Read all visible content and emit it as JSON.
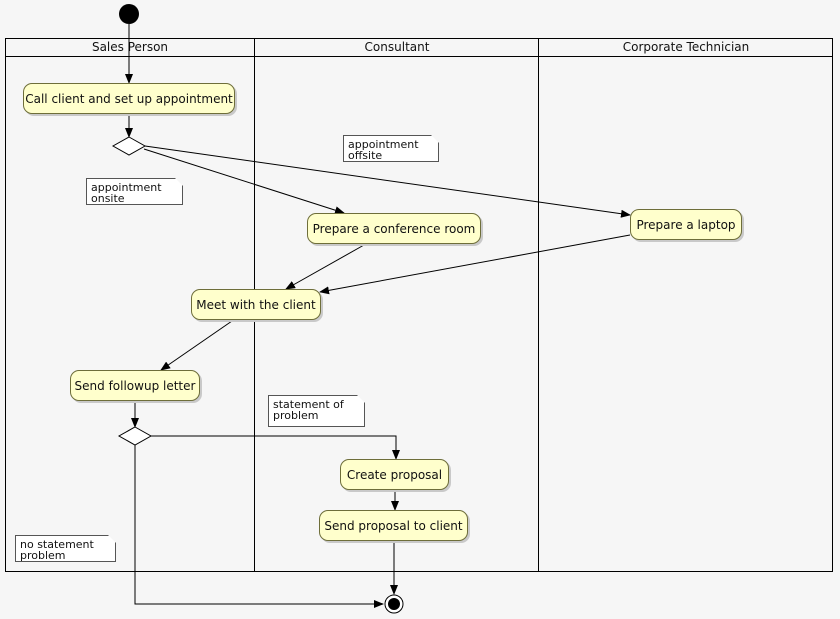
{
  "lanes": [
    {
      "label": "Sales Person"
    },
    {
      "label": "Consultant"
    },
    {
      "label": "Corporate Technician"
    }
  ],
  "activities": {
    "call_client": "Call client and set up appointment",
    "prepare_conference_room": "Prepare a conference room",
    "prepare_laptop": "Prepare a laptop",
    "meet_client": "Meet with the client",
    "send_followup": "Send followup letter",
    "create_proposal": "Create proposal",
    "send_proposal": "Send proposal to client"
  },
  "notes": {
    "appointment_offsite": [
      "appointment",
      "offsite"
    ],
    "appointment_onsite": [
      "appointment",
      "onsite"
    ],
    "statement_of_problem": [
      "statement of",
      "problem"
    ],
    "no_statement_problem": [
      "no statement",
      "problem"
    ]
  },
  "colors": {
    "activity_fill": "#ffffcc",
    "activity_border": "#6e6e3a",
    "line": "#000000",
    "background": "#f6f6f6"
  }
}
